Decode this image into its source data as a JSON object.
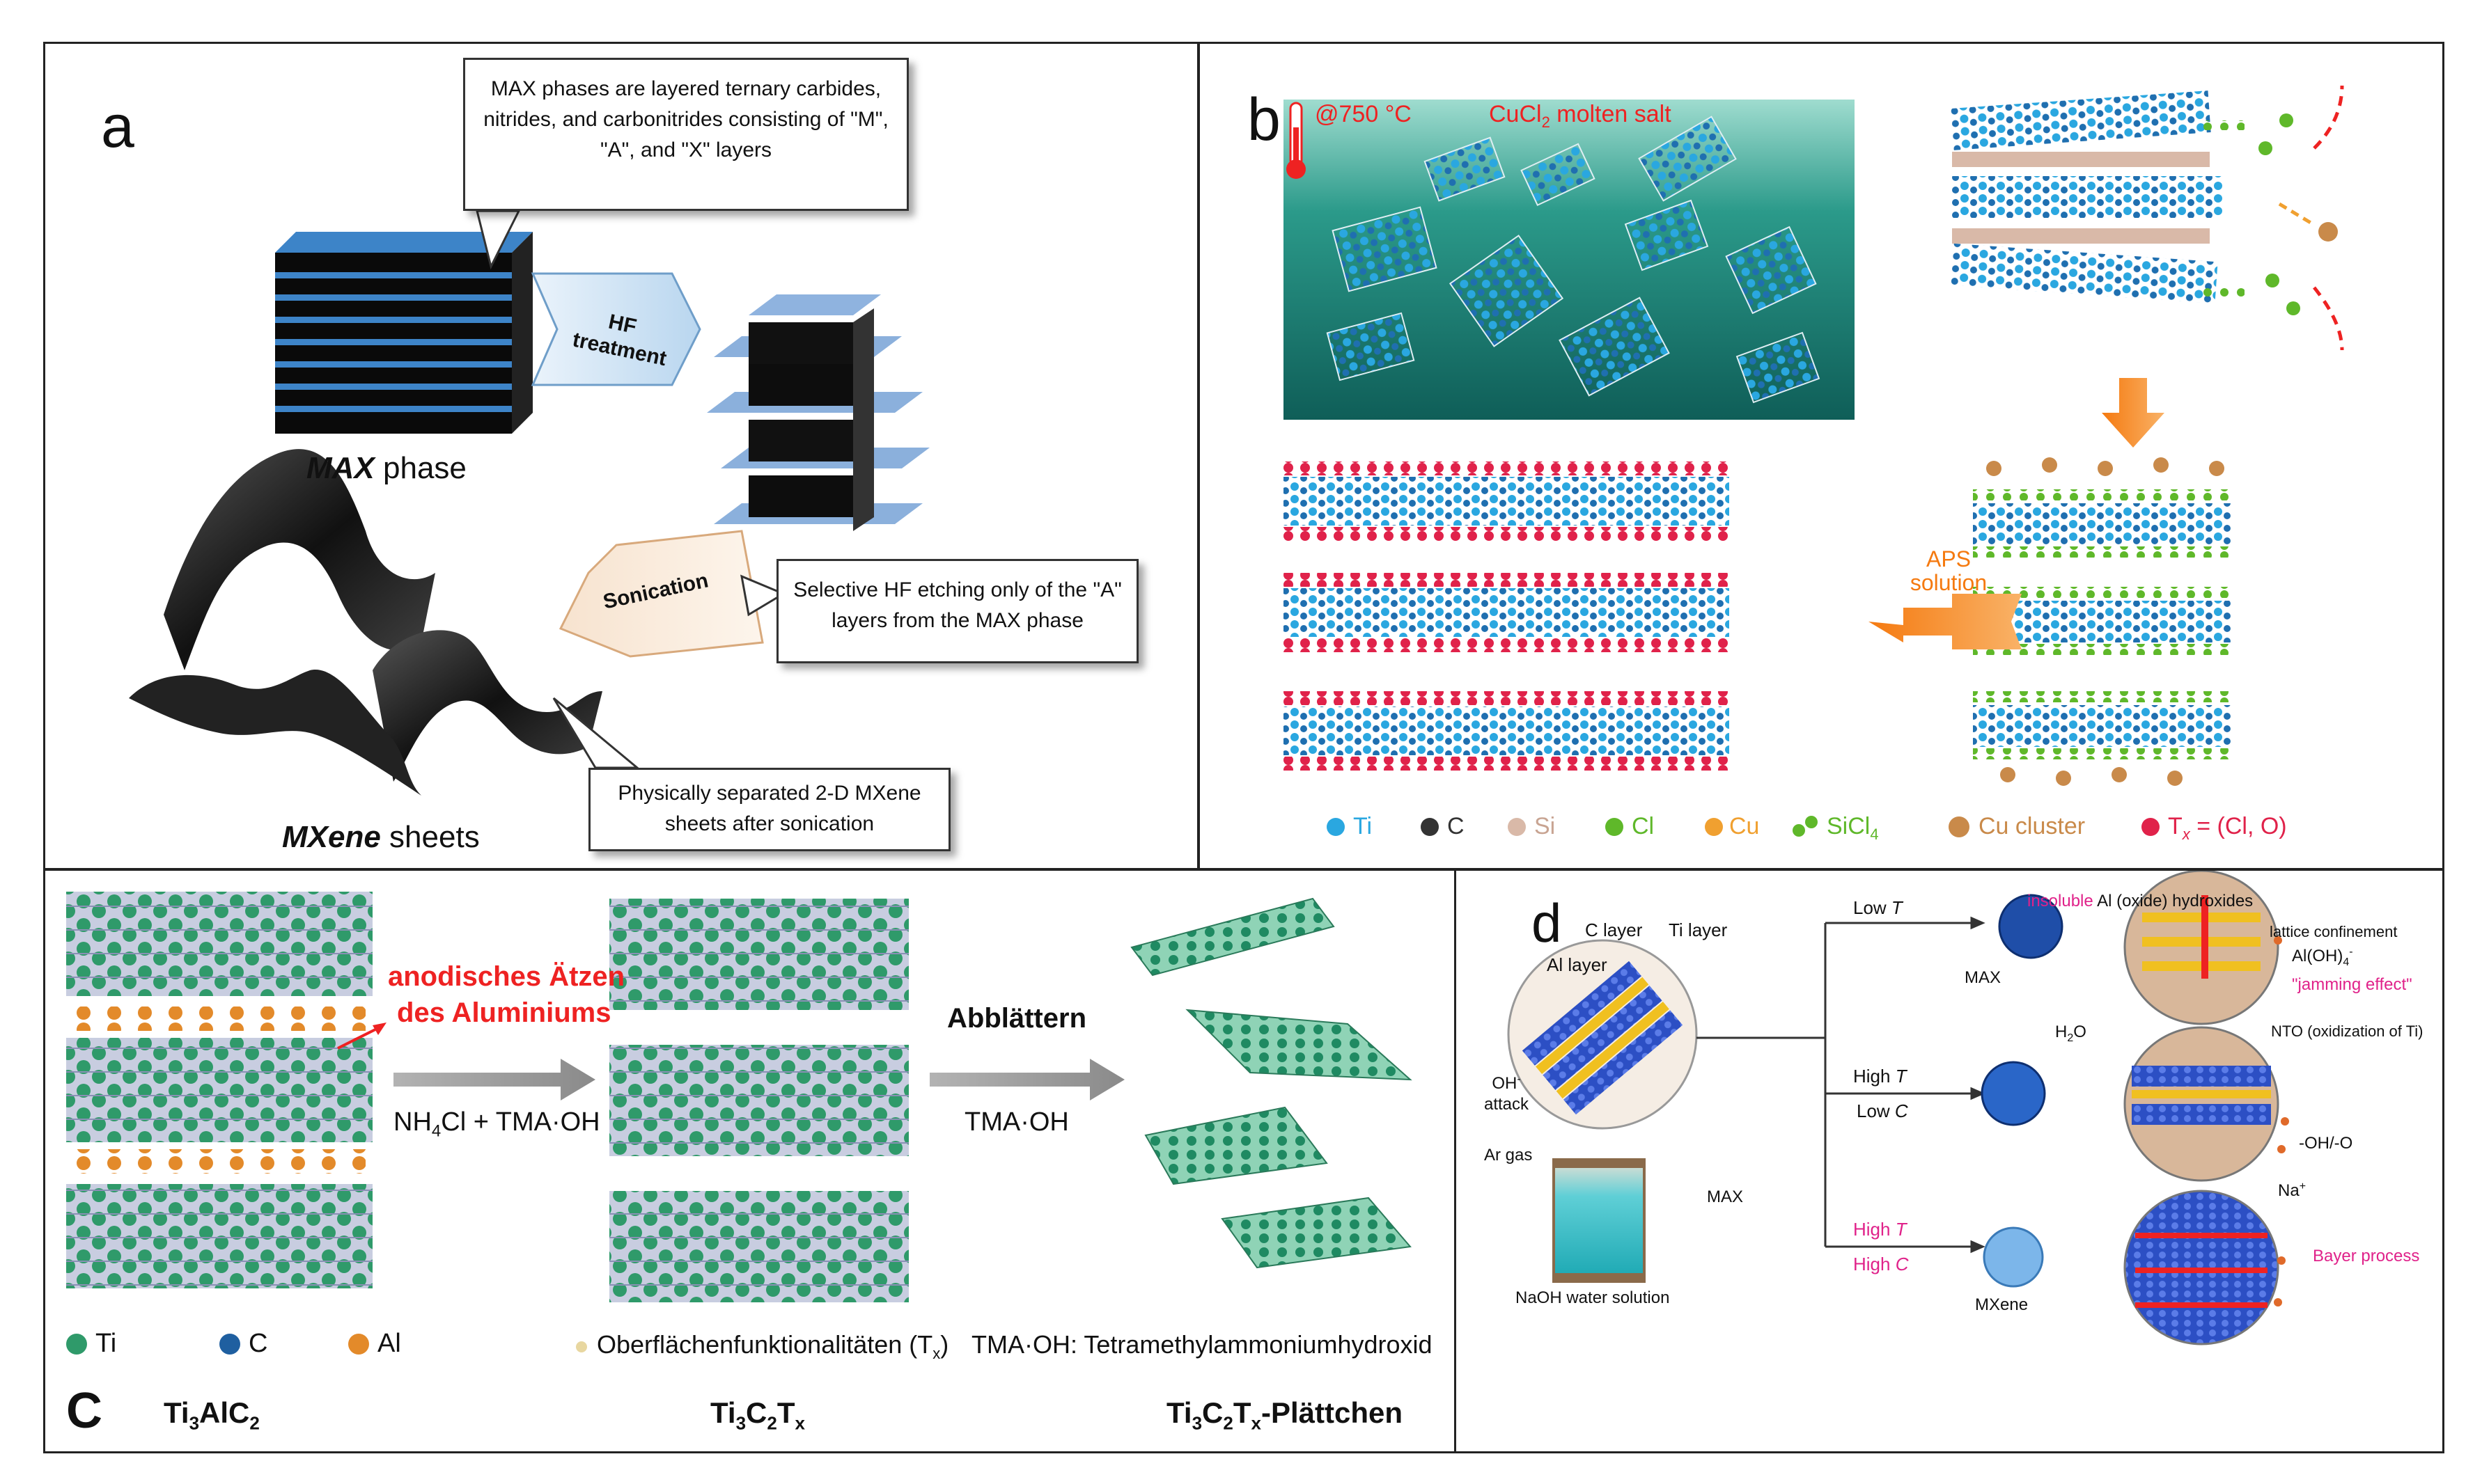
{
  "panel_a": {
    "label": "a",
    "callout_max": "MAX phases are layered ternary carbides, nitrides, and carbonitrides consisting of \"M\", \"A\", and \"X\" layers",
    "arrow_hf": "HF treatment",
    "max_phase_bold": "MAX",
    "max_phase_rest": " phase",
    "arrow_sonication": "Sonication",
    "callout_etch": "Selective HF etching only of the \"A\" layers from the MAX phase",
    "callout_sheets": "Physically separated 2-D MXene sheets after sonication",
    "mxene_bold": "MXene",
    "mxene_rest": " sheets"
  },
  "panel_b": {
    "label": "b",
    "temp": "@750 °C",
    "salt": "CuCl",
    "salt_sub": "2",
    "salt_rest": " molten salt",
    "aps_line1": "APS",
    "aps_line2": "solution",
    "legend": [
      "Ti",
      "C",
      "Si",
      "Cl",
      "Cu",
      "SiCl",
      "Cu cluster",
      "T"
    ],
    "legend_sub_sicl": "4",
    "legend_tx_sub": "x",
    "legend_tx_rest": " = (Cl, O)",
    "colors": {
      "Ti": "#2aa7e0",
      "C": "#333333",
      "Si": "#d9b9a8",
      "Cl": "#5fb82a",
      "Cu": "#f0a030",
      "SiCl": "#5fb82a",
      "Cu cluster": "#c98a4a",
      "T": "#e0224a"
    }
  },
  "panel_c": {
    "label": "C",
    "etch_line1": "anodisches Ätzen",
    "etch_line2": "des Aluminiums",
    "reagent1": "NH",
    "reagent1_sub": "4",
    "reagent1_rest": "Cl + TMA·OH",
    "exfoliate": "Abblättern",
    "reagent2": "TMA·OH",
    "legend_ti": "Ti",
    "legend_c": "C",
    "legend_al": "Al",
    "surface": "Oberflächenfunktionalitäten (T",
    "surface_sub": "x",
    "surface_end": ")",
    "tma_def": "TMA·OH: Tetramethylammoniumhydroxid",
    "name1": "Ti",
    "name1_s1": "3",
    "name1_m": "AlC",
    "name1_s2": "2",
    "name2": "Ti",
    "name2_s1": "3",
    "name2_m": "C",
    "name2_s2": "2",
    "name2_t": "T",
    "name2_s3": "x",
    "name3": "Ti",
    "name3_s1": "3",
    "name3_m": "C",
    "name3_s2": "2",
    "name3_t": "T",
    "name3_s3": "x",
    "name3_rest": "-Plättchen"
  },
  "panel_d": {
    "label": "d",
    "c_layer": "C layer",
    "ti_layer": "Ti layer",
    "al_layer": "Al layer",
    "oh": "OH",
    "oh_sup": "-",
    "attack": "attack",
    "ar_gas": "Ar gas",
    "max_small": "MAX",
    "naoh": "NaOH water solution",
    "low_t": "Low ",
    "t_italic": "T",
    "high_t": "High ",
    "low_c": "Low ",
    "c_italic": "C",
    "high_c": "High ",
    "max": "MAX",
    "mxene": "MXene",
    "insoluble": "insoluble",
    "al_oxide": " Al (oxide) hydroxides",
    "lattice": "lattice confinement",
    "aloh": "Al(OH)",
    "aloh_sub": "4",
    "aloh_sup": "-",
    "jamming": "\"jamming effect\"",
    "h2o": "H",
    "h2o_sub": "2",
    "h2o_rest": "O",
    "nto": "NTO (oxidization of Ti)",
    "ohO": "-OH/-O",
    "na": "Na",
    "na_sup": "+",
    "bayer": "Bayer process"
  }
}
